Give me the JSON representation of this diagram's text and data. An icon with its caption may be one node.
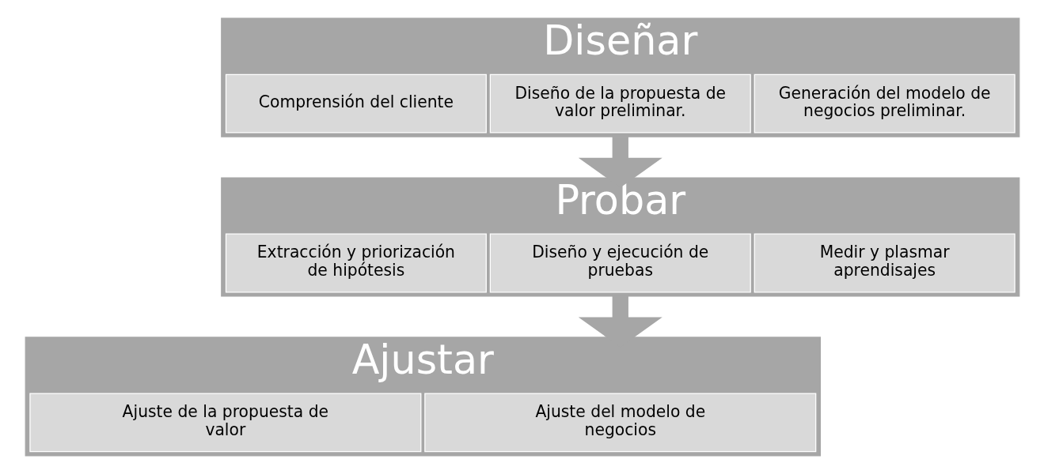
{
  "diagram": {
    "nodes": [
      {
        "text": [
          "Diseñar"
        ]
      },
      {
        "text": [
          "Comprensión del cliente"
        ],
        "in": 0
      },
      {
        "text": [
          "Diseño de la propuesta de valor preliminar."
        ],
        "in": 0
      },
      {
        "text": [
          "Generación del modelo de negocios preliminar."
        ],
        "in": 0
      },
      {
        "text": [
          "Probar"
        ]
      },
      {
        "text": [
          "Extracción y priorización de hipótesis"
        ],
        "in": 4
      },
      {
        "text": [
          "Diseño y ejecución de pruebas"
        ],
        "in": 4
      },
      {
        "text": [
          "Medir y plasmar aprendisajes"
        ],
        "in": 4
      },
      {
        "text": [
          "Ajustar"
        ]
      },
      {
        "text": [
          "Ajuste de la propuesta de valor"
        ],
        "in": 8
      },
      {
        "text": [
          "Ajuste del modelo de negocios"
        ],
        "in": 8
      }
    ],
    "edges": [
      {
        "from": 0,
        "to": 4,
        "arrow": "to"
      },
      {
        "from": 4,
        "to": 8,
        "arrow": "to"
      }
    ]
  }
}
